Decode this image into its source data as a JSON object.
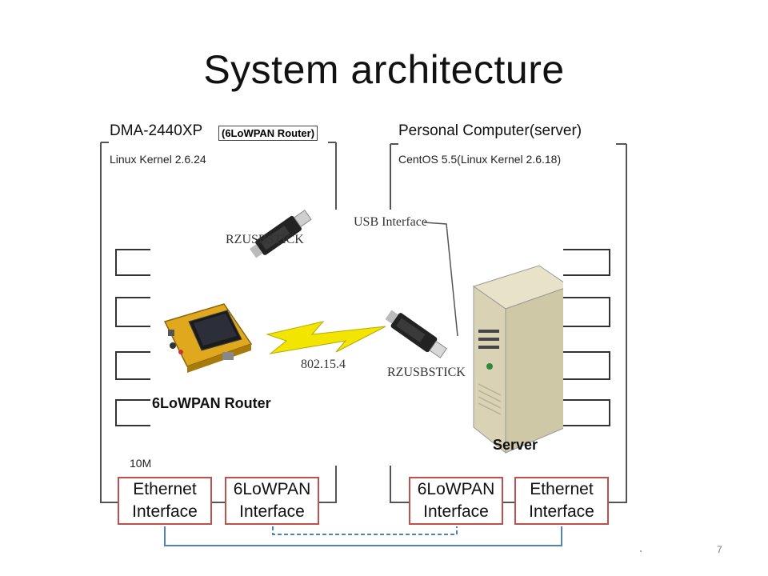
{
  "slide": {
    "title": "System architecture",
    "page_number": "7"
  },
  "left_box": {
    "name": "DMA-2440XP",
    "tag": "(6LoWPAN Router)",
    "kernel": "Linux Kernel 2.6.24",
    "partial_text": "10M"
  },
  "right_box": {
    "name": "Personal Computer(server)",
    "kernel": "CentOS 5.5(Linux Kernel 2.6.18)"
  },
  "interfaces": {
    "left_ethernet": "Ethernet Interface",
    "left_6lowpan": "6LoWPAN Interface",
    "right_6lowpan": "6LoWPAN Interface",
    "right_ethernet": "Ethernet Interface"
  },
  "photo": {
    "usb_interface": "USB Interface",
    "rzusbstick_top": "RZUSBSTICK",
    "rzusbstick_bottom": "RZUSBSTICK",
    "protocol": "802.15.4",
    "router_label": "6LoWPAN Router",
    "server_label": "Server"
  },
  "colors": {
    "interface_border": "#c0504d",
    "ethernet_link": "#4f81bd",
    "wireless_link": "#4f81bd",
    "lightning": "#f2e600"
  }
}
